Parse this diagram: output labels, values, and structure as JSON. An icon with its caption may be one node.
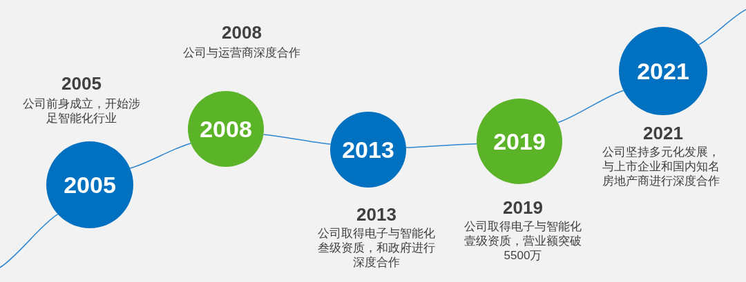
{
  "diagram": {
    "nodes": [
      {
        "text": [
          "2005"
        ],
        "beside": [
          "2005",
          "公司前身成立，开始涉足智能化行业"
        ]
      },
      {
        "text": [
          "2008"
        ],
        "beside": [
          "2008",
          "公司与运营商深度合作"
        ]
      },
      {
        "text": [
          "2013"
        ],
        "beside": [
          "2013",
          "公司取得电子与智能化叁级资质，和政府进行深度合作"
        ]
      },
      {
        "text": [
          "2019"
        ],
        "beside": [
          "2019",
          "公司取得电子与智能化壹级资质，营业额突破5500万"
        ]
      },
      {
        "text": [
          "2021"
        ],
        "beside": [
          "2021",
          "公司坚持多元化发展，与上市企业和国内知名房地产商进行深度合作"
        ]
      }
    ],
    "edges": [
      {
        "from": null,
        "to": 0,
        "arrow": "none"
      },
      {
        "from": 0,
        "to": 1,
        "arrow": "none"
      },
      {
        "from": 1,
        "to": 2,
        "arrow": "none"
      },
      {
        "from": 2,
        "to": 3,
        "arrow": "none"
      },
      {
        "from": 3,
        "to": 4,
        "arrow": "none"
      },
      {
        "from": 4,
        "to": null,
        "arrow": "none"
      }
    ]
  }
}
